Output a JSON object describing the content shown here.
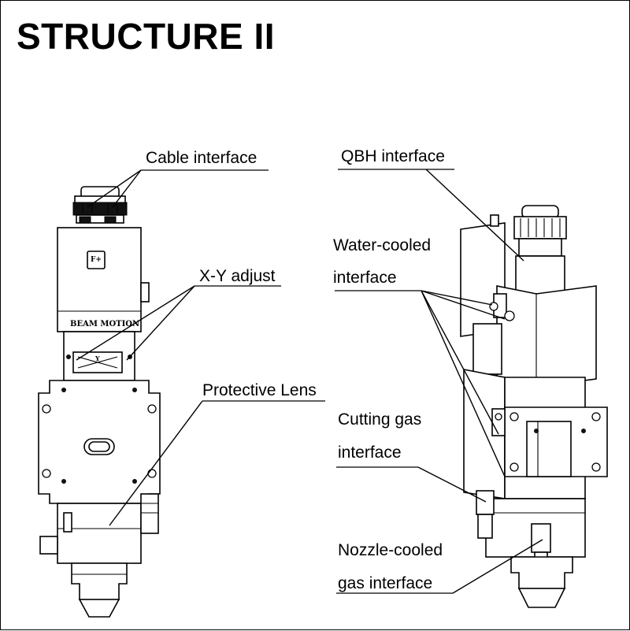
{
  "title": "STRUCTURE II",
  "left_head": {
    "engraving": "BEAM MOTION",
    "panel_mark": "F+",
    "adjust_mark": "Y",
    "labels": {
      "cable_interface": "Cable interface",
      "xy_adjust": "X-Y adjust",
      "protective_lens": "Protective Lens"
    }
  },
  "right_head": {
    "labels": {
      "qbh_interface": "QBH interface",
      "water_cooled_1": "Water-cooled",
      "water_cooled_2": "interface",
      "cutting_gas_1": "Cutting gas",
      "cutting_gas_2": "interface",
      "nozzle_cooled_1": "Nozzle-cooled",
      "nozzle_cooled_2": "gas interface"
    }
  }
}
